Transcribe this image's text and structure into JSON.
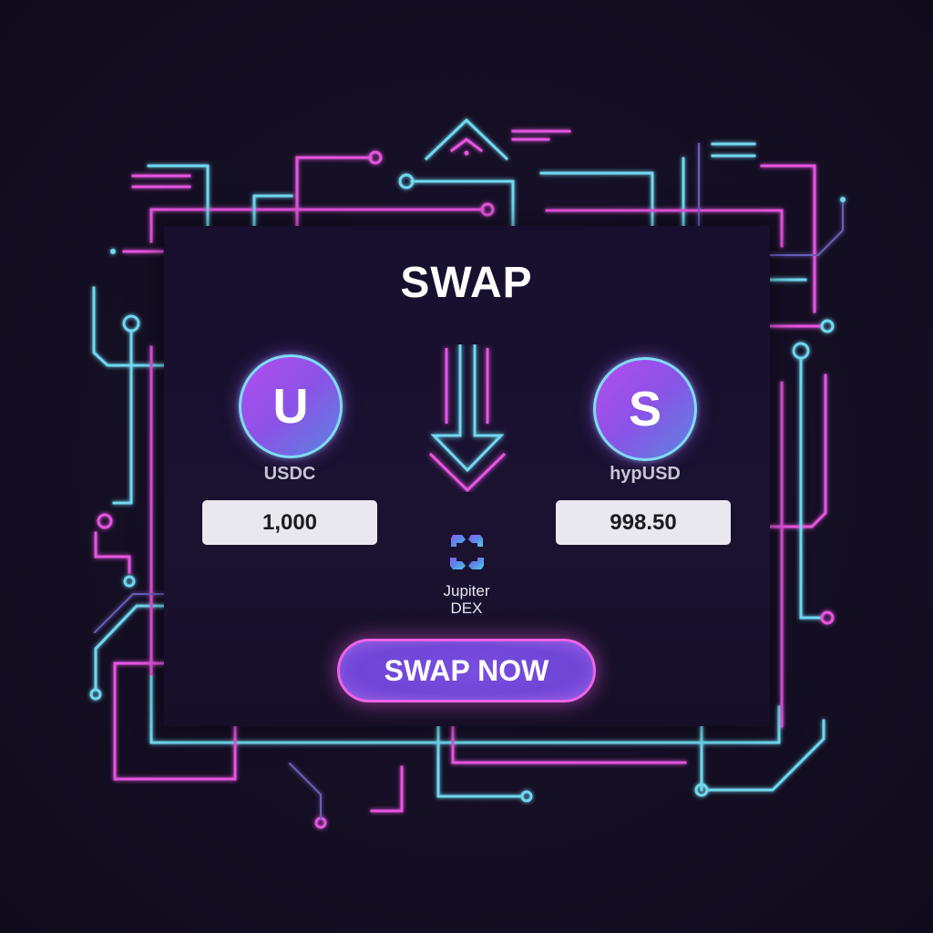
{
  "title": "SWAP",
  "from_token": {
    "symbol_letter": "U",
    "name": "USDC",
    "amount": "1,000",
    "icon": "usdc-token-icon"
  },
  "to_token": {
    "symbol_letter": "S",
    "name": "hypUSD",
    "amount": "998.50",
    "icon": "hypusd-token-icon"
  },
  "direction_icon": "arrow-down-icon",
  "dex": {
    "name_line1": "Jupiter",
    "name_line2": "DEX",
    "icon": "jupiter-logo-icon"
  },
  "action": {
    "swap_now_label": "SWAP NOW"
  },
  "colors": {
    "cyan": "#6fd8f0",
    "magenta": "#e655e0",
    "violet": "#6a5fb8",
    "panel": "#181030",
    "background": "#140e22",
    "button": "#7048d8"
  }
}
